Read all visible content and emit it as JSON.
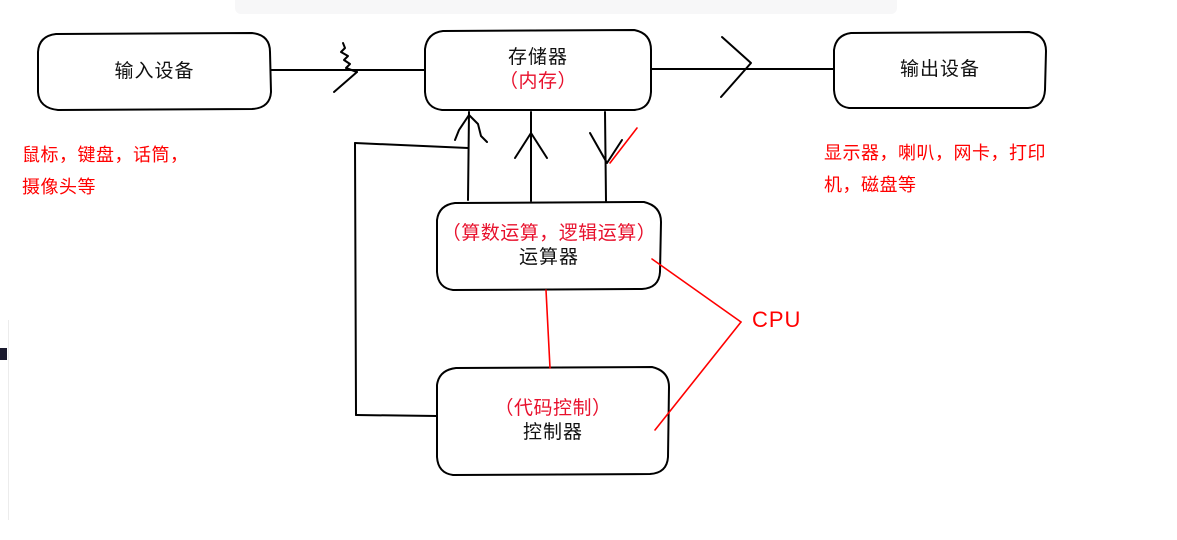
{
  "diagram": {
    "title": "computer-architecture-sketch",
    "colors": {
      "ink": "#000000",
      "annotation": "#ff0000",
      "band": "#f7f7f8"
    },
    "nodes": [
      {
        "id": "input",
        "label": "输入设备",
        "sub": ""
      },
      {
        "id": "memory",
        "label": "存储器",
        "sub": "（内存）"
      },
      {
        "id": "output",
        "label": "输出设备",
        "sub": ""
      },
      {
        "id": "alu",
        "label": "运算器",
        "sub": "（算数运算，逻辑运算）"
      },
      {
        "id": "control",
        "label": "控制器",
        "sub": "（代码控制）"
      }
    ],
    "notes": {
      "input_examples": "鼠标，键盘，话筒，\n摄像头等",
      "output_examples": "显示器，喇叭，网卡，打印\n机，磁盘等",
      "cpu": "CPU"
    },
    "edges": [
      {
        "from": "input",
        "to": "memory",
        "arrow": "to",
        "style": "solid"
      },
      {
        "from": "memory",
        "to": "output",
        "arrow": "to",
        "style": "solid"
      },
      {
        "from": "memory",
        "to": "alu",
        "arrow": "both",
        "style": "solid"
      },
      {
        "from": "alu",
        "to": "memory",
        "arrow": "to",
        "style": "solid"
      },
      {
        "from": "control",
        "to": "memory",
        "arrow": "to",
        "style": "solid"
      },
      {
        "from": "control",
        "to": "alu",
        "arrow": "none",
        "style": "annotation"
      },
      {
        "from": "cpu",
        "to": "alu",
        "arrow": "none",
        "style": "annotation"
      },
      {
        "from": "cpu",
        "to": "control",
        "arrow": "none",
        "style": "annotation"
      }
    ]
  }
}
